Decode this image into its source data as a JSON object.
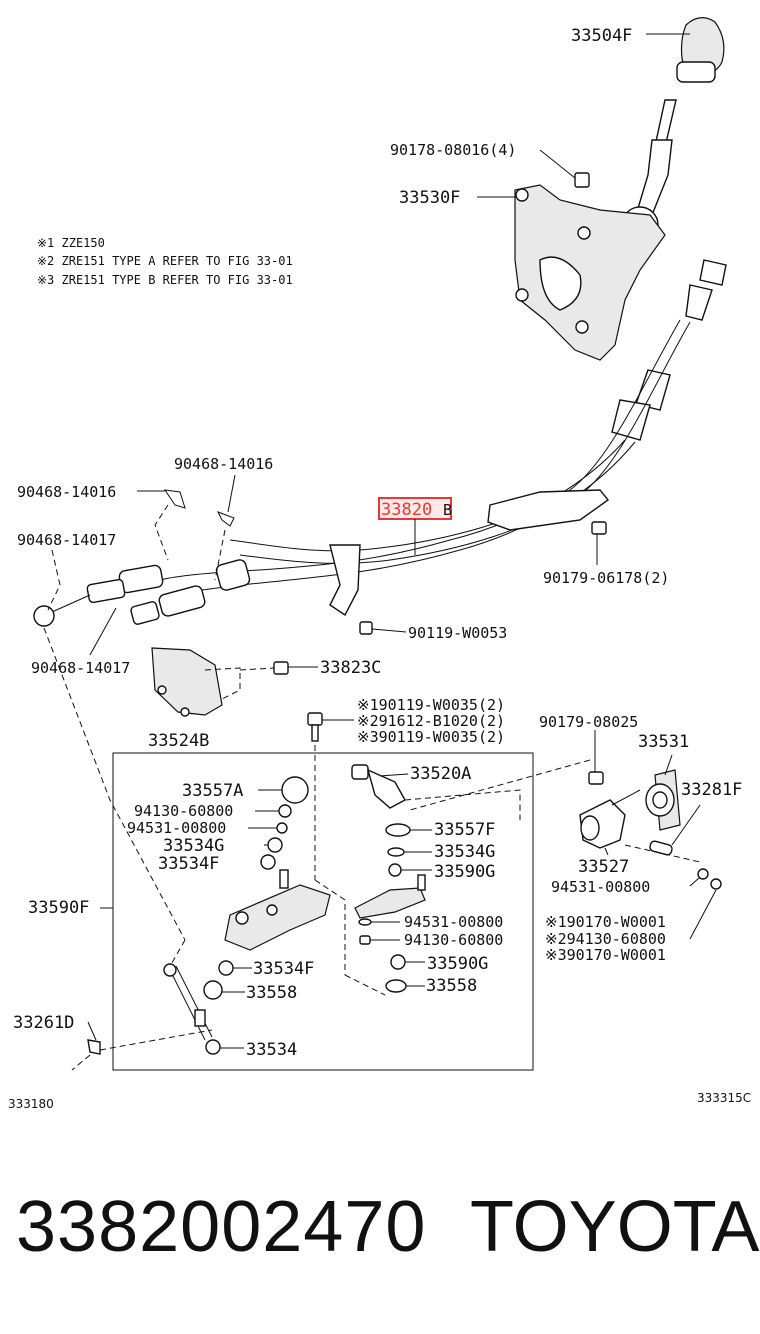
{
  "notes": [
    "※1 ZZE150",
    "※2 ZRE151 TYPE A REFER TO FIG 33-01",
    "※3 ZRE151 TYPE B REFER TO FIG 33-01"
  ],
  "labels": {
    "shift_knob": "33504F",
    "bolt_top": "90178-08016(4)",
    "bracket": "33530F",
    "clip_upper": "90468-14016",
    "clip_left_1": "90468-14016",
    "clip_left_2": "90468-14017",
    "clip_left_3": "90468-14017",
    "cable_highlight": "33820",
    "cable_suffix": "B",
    "nut_right": "90179-06178(2)",
    "bolt_mid": "90119-W0053",
    "bolt_c": "33823C",
    "retainer": "33524B",
    "var_1": "※190119-W0035(2)",
    "var_2": "※291612-B1020(2)",
    "var_3": "※390119-W0035(2)",
    "nut_upper_right": "90179-08025",
    "lever_bracket": "33531",
    "bushing_f": "33281F",
    "ball_a": "33557A",
    "washer_1": "94130-60800",
    "washer_2": "94531-00800",
    "bush_g_left": "33534G",
    "bush_f_left": "33534F",
    "ball_a_right": "33520A",
    "cap_f": "33557F",
    "bush_g_right": "33534G",
    "bush_590g_1": "33590G",
    "bell_crank": "33527",
    "washer_right": "94531-00800",
    "washer_c1": "94531-00800",
    "washer_c2": "94130-60800",
    "var_4": "※190170-W0001",
    "var_5": "※294130-60800",
    "var_6": "※390170-W0001",
    "assy": "33590F",
    "bush_f_lower": "33534F",
    "bush_590g_2": "33590G",
    "bush_558_left": "33558",
    "bush_558_right": "33558",
    "clip_d": "33261D",
    "bush_534": "33534",
    "fig_left": "333180",
    "fig_right": "333315C"
  },
  "caption": {
    "part_number": "3382002470",
    "brand": "TOYOTA"
  },
  "colors": {
    "highlight": "#e53935",
    "highlight_fill": "#ffd6d6",
    "ink": "#111111"
  }
}
